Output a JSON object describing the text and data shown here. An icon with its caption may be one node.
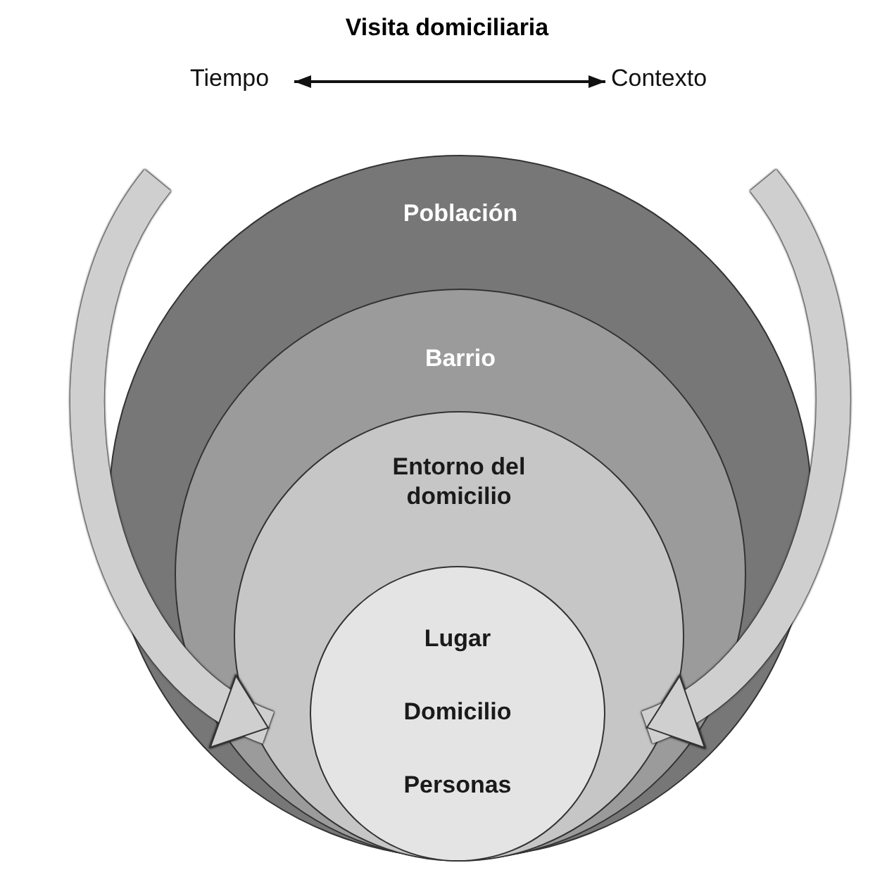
{
  "diagram": {
    "title": "Visita domiciliaria",
    "nodes": [
      {
        "text": [
          "Tiempo"
        ]
      },
      {
        "text": [
          "Contexto"
        ]
      },
      {
        "text": [
          "Población"
        ]
      },
      {
        "text": [
          "Barrio"
        ],
        "in": 2
      },
      {
        "text": [
          "Entorno del domicilio"
        ],
        "in": 3
      },
      {
        "text": [
          "Lugar",
          "Domicilio",
          "Personas"
        ],
        "in": 4
      }
    ],
    "edges": [
      {
        "from": 0,
        "to": 1,
        "arrow": "both",
        "color": "#111111"
      },
      {
        "from": null,
        "to": 5,
        "arrow": "to"
      },
      {
        "from": null,
        "to": 5,
        "arrow": "to"
      }
    ]
  }
}
